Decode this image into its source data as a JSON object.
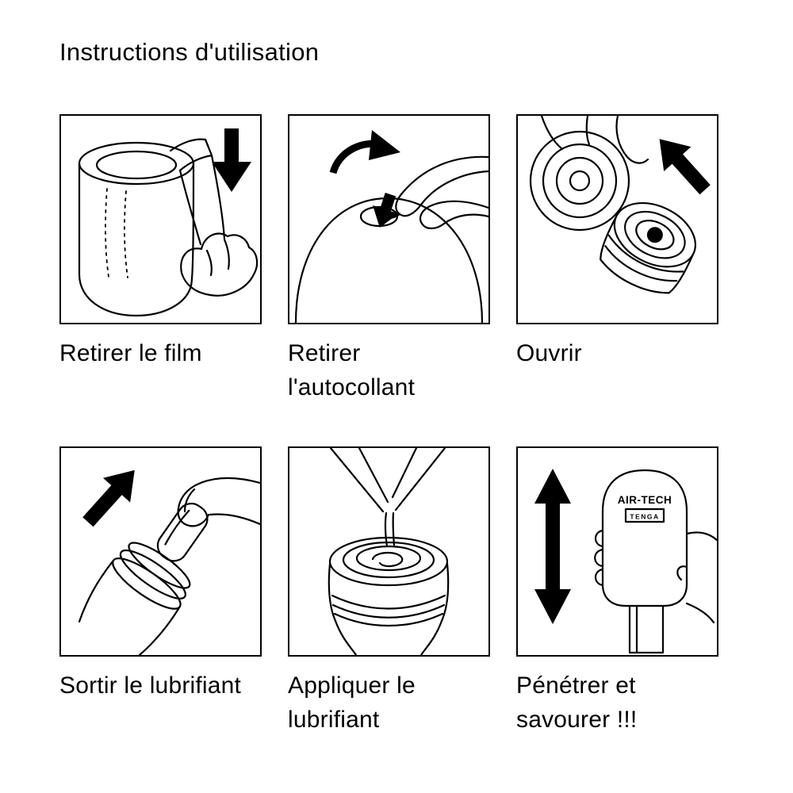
{
  "page": {
    "title": "Instructions d'utilisation",
    "background": "#ffffff",
    "ink": "#000000"
  },
  "steps": [
    {
      "id": 1,
      "caption": "Retirer le film",
      "arrow": "down-arrow"
    },
    {
      "id": 2,
      "caption": "Retirer l'autocollant",
      "arrow": "rotate-arrow-and-down-arrow"
    },
    {
      "id": 3,
      "caption": "Ouvrir",
      "arrow": "up-left-arrow"
    },
    {
      "id": 4,
      "caption": "Sortir le lubrifiant",
      "arrow": "up-right-arrow"
    },
    {
      "id": 5,
      "caption": "Appliquer le lubrifiant",
      "arrow": "none"
    },
    {
      "id": 6,
      "caption": "Pénétrer et savourer !!!",
      "arrow": "up-down-arrow"
    }
  ],
  "product_label": {
    "brand": "AIR-TECH",
    "maker": "TENGA"
  }
}
